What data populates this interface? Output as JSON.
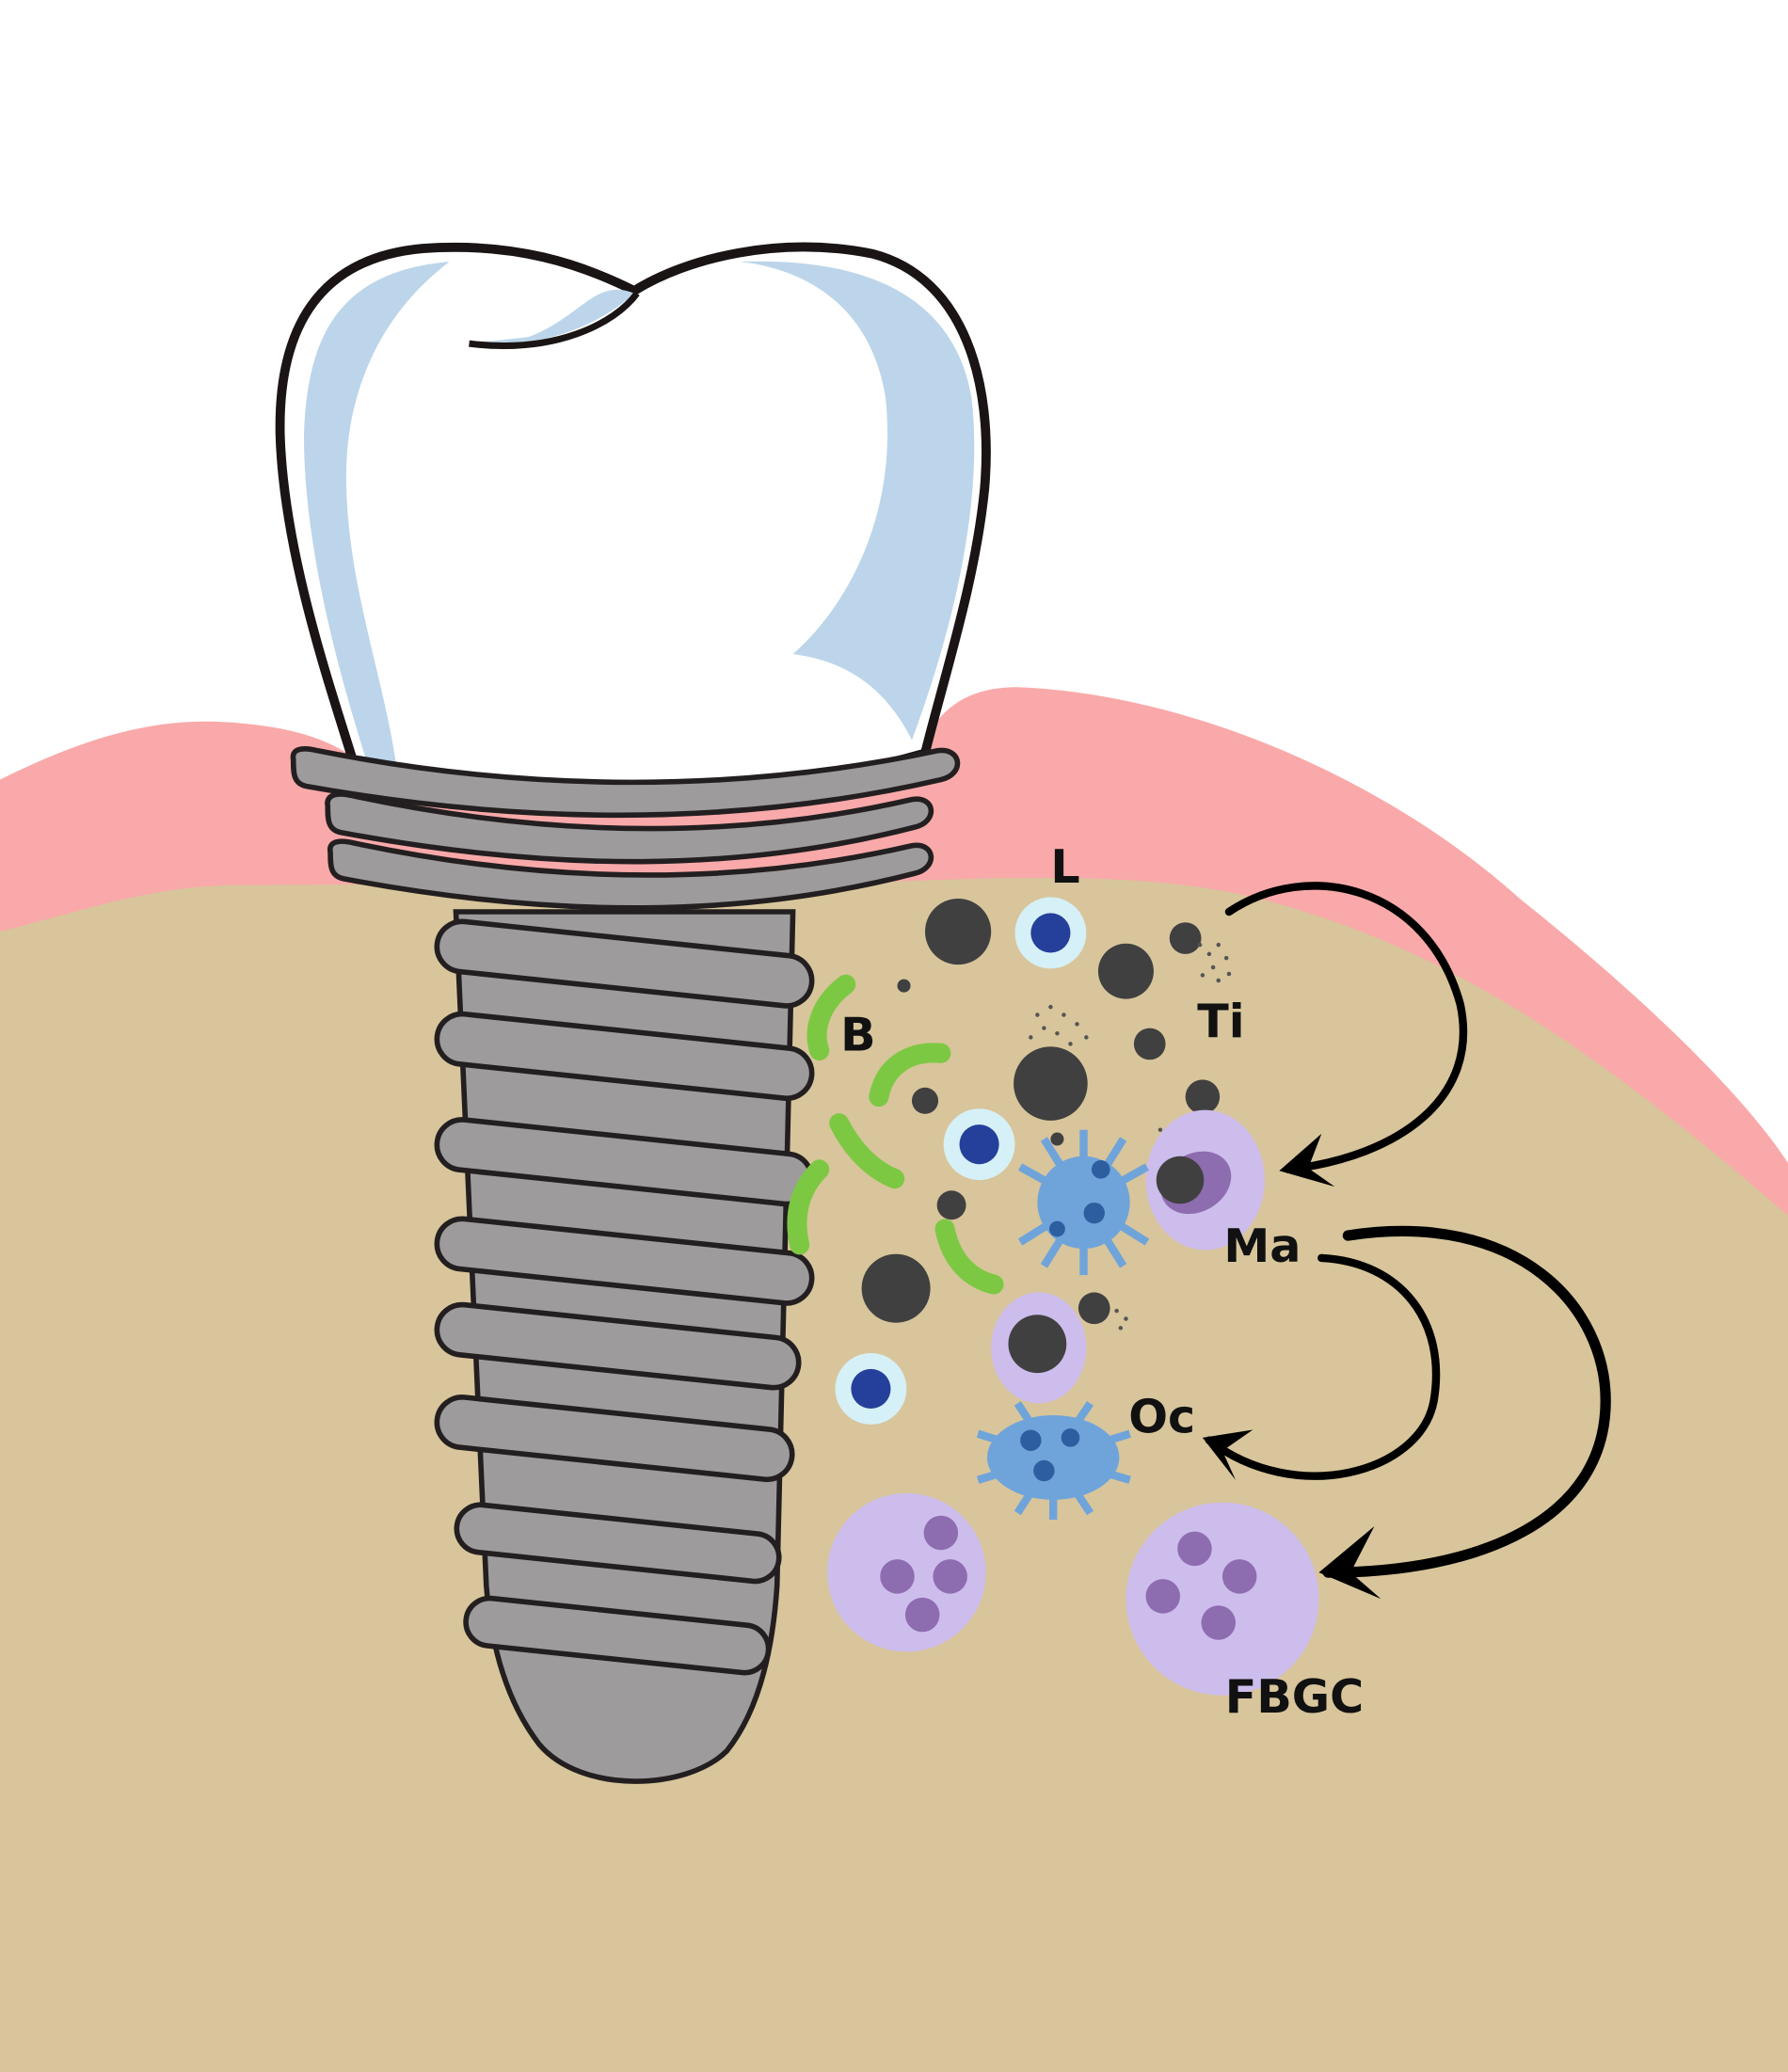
{
  "figure": {
    "labels": {
      "lymphocyte": "L",
      "bacteria": "B",
      "titanium_particles": "Ti",
      "macrophage": "Ma",
      "osteoclast": "Oc",
      "foreign_body_giant_cell": "FBGC"
    }
  },
  "colors": {
    "gum": "#f9a9a9",
    "bone": "#d8c59b",
    "crown_shade": "#bcd5ea",
    "implant": "#9d9b9c",
    "particle": "#404040",
    "lymphocyte_ring": "#d6f0f7",
    "lymphocyte_core": "#24409a",
    "cell_lavender": "#cdbdec",
    "nucleus_purple": "#8e6cb0",
    "virus_blue": "#6fa4db",
    "bacteria_green": "#7dc843"
  }
}
